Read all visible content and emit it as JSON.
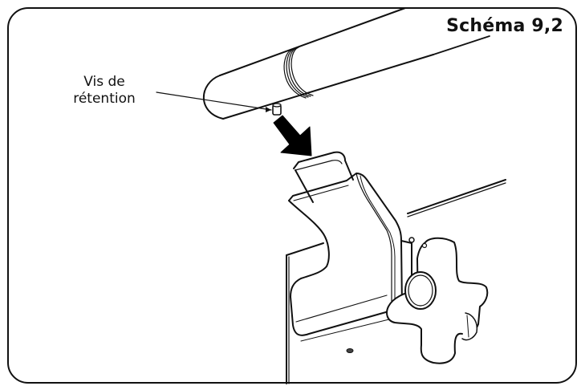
{
  "figure": {
    "title": "Schéma 9,2",
    "callouts": [
      {
        "label_line1": "Vis de",
        "label_line2": "rétention",
        "target": "retention-screw"
      }
    ],
    "parts": [
      "tube",
      "retention-screw",
      "direction-arrow",
      "bracket",
      "mounting-plate",
      "star-knob"
    ],
    "colors": {
      "line": "#111111",
      "background": "#ffffff",
      "arrow_fill": "#000000"
    }
  }
}
